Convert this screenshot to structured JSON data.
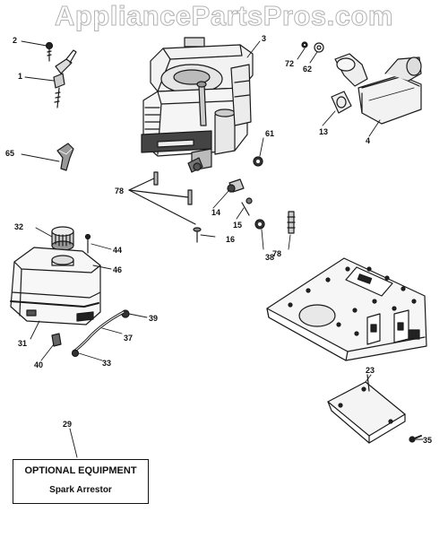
{
  "watermark": "AppliancePartsPros.com",
  "labels": {
    "p2": "2",
    "p1": "1",
    "p65": "65",
    "p3": "3",
    "p72": "72",
    "p62": "62",
    "p13": "13",
    "p4": "4",
    "p61": "61",
    "p78a": "78",
    "p14": "14",
    "p15": "15",
    "p16": "16",
    "p38": "38",
    "p78b": "78",
    "p32": "32",
    "p44": "44",
    "p46": "46",
    "p39": "39",
    "p31": "31",
    "p37": "37",
    "p40": "40",
    "p33": "33",
    "p23": "23",
    "p29": "29",
    "p35": "35"
  },
  "optional_box": {
    "title": "OPTIONAL EQUIPMENT",
    "subtitle": "Spark Arrestor"
  }
}
